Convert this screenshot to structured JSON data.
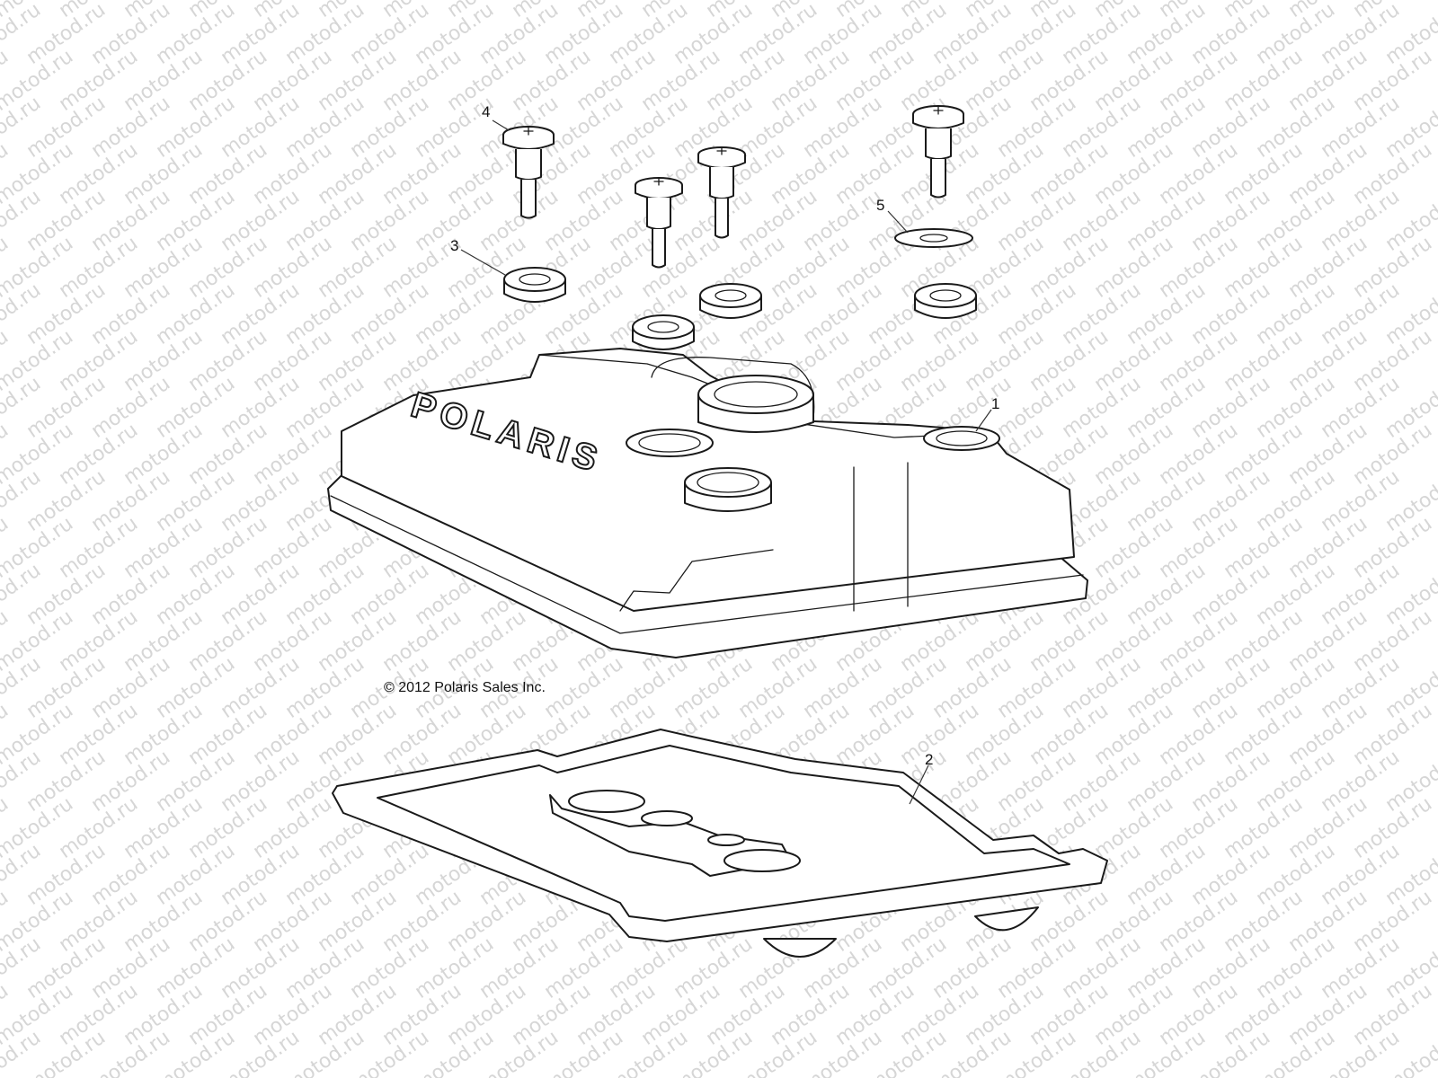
{
  "watermark": "motod.ru",
  "copyright": "© 2012 Polaris Sales Inc.",
  "logo": "POLARIS",
  "callouts": [
    {
      "id": "1",
      "part": "valve-cover"
    },
    {
      "id": "2",
      "part": "valve-cover-gasket"
    },
    {
      "id": "3",
      "part": "grommet"
    },
    {
      "id": "4",
      "part": "shoulder-bolt"
    },
    {
      "id": "5",
      "part": "washer"
    }
  ]
}
